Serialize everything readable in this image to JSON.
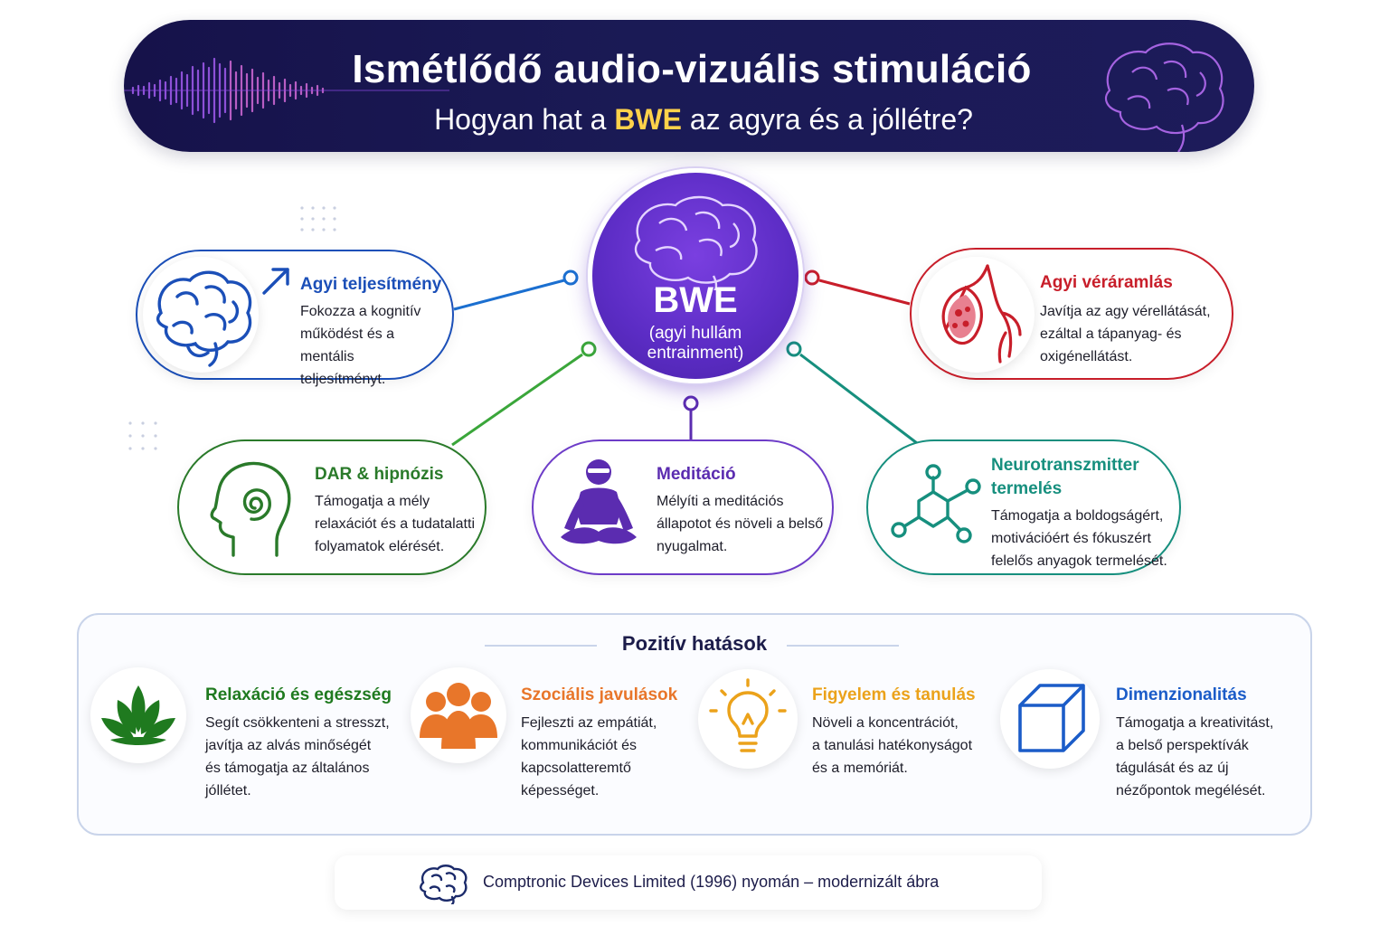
{
  "header": {
    "title": "Ismétlődő audio-vizuális stimuláció",
    "subtitle_pre": "Hogyan hat a ",
    "subtitle_highlight": "BWE",
    "subtitle_post": " az agyra és a jóllétre?"
  },
  "center": {
    "label": "BWE",
    "sublabel_line1": "(agyi hullám",
    "sublabel_line2": "entrainment)"
  },
  "features": [
    {
      "id": "agyi-teljesitmeny",
      "title": "Agyi teljesítmény",
      "lines": [
        "Fokozza a kognitív",
        "működést és a mentális",
        "teljesítményt."
      ],
      "color": "#1b4fb8",
      "icon": "brain-icon"
    },
    {
      "id": "agyi-veraramlas",
      "title": "Agyi véráramlás",
      "lines": [
        "Javítja az agy vérellátását,",
        "ezáltal a tápanyag- és",
        "oxigénellátást."
      ],
      "color": "#c81e2a",
      "icon": "blood-vessel-icon"
    },
    {
      "id": "dar-hipnozis",
      "title": "DAR & hipnózis",
      "lines": [
        "Támogatja a mély",
        "relaxációt és a tudatalatti",
        "folyamatok elérését."
      ],
      "color": "#2a7a2a",
      "icon": "spiral-head-icon"
    },
    {
      "id": "meditacio",
      "title": "Meditáció",
      "lines": [
        "Mélyíti a meditációs",
        "állapotot és növeli a belső",
        "nyugalmat."
      ],
      "color": "#5b2cb0",
      "icon": "meditation-icon"
    },
    {
      "id": "neurotranszmitter",
      "title_lines": [
        "Neurotranszmitter",
        "termelés"
      ],
      "lines": [
        "Támogatja a boldogságért,",
        "motivációért és fókuszért",
        "felelős anyagok termelését."
      ],
      "color": "#168f7e",
      "icon": "molecule-icon"
    }
  ],
  "effects": {
    "heading": "Pozitív hatások",
    "items": [
      {
        "id": "relaxacio",
        "title": "Relaxáció és egészség",
        "lines": [
          "Segít csökkenteni a stresszt,",
          "javítja az alvás minőségét",
          "és támogatja az általános",
          "jóllétet."
        ],
        "color": "#1f7a1f",
        "icon": "lotus-icon"
      },
      {
        "id": "szocialis",
        "title": "Szociális javulások",
        "lines": [
          "Fejleszti az empátiát,",
          "kommunikációt és",
          "kapcsolatteremtő",
          "képességet."
        ],
        "color": "#e8762a",
        "icon": "people-icon"
      },
      {
        "id": "figyelem",
        "title": "Figyelem és tanulás",
        "lines": [
          "Növeli a koncentrációt,",
          "a tanulási hatékonyságot",
          "és a memóriát."
        ],
        "color": "#eba21a",
        "icon": "lightbulb-icon"
      },
      {
        "id": "dimenzionalitas",
        "title": "Dimenzionalitás",
        "lines": [
          "Támogatja a kreativitást,",
          "a belső perspektívák",
          "tágulását és az új",
          "nézőpontok megélését."
        ],
        "color": "#1b5cc8",
        "icon": "cube-icon"
      }
    ]
  },
  "footer": {
    "text": "Comptronic Devices Limited (1996) nyomán – modernizált ábra"
  }
}
